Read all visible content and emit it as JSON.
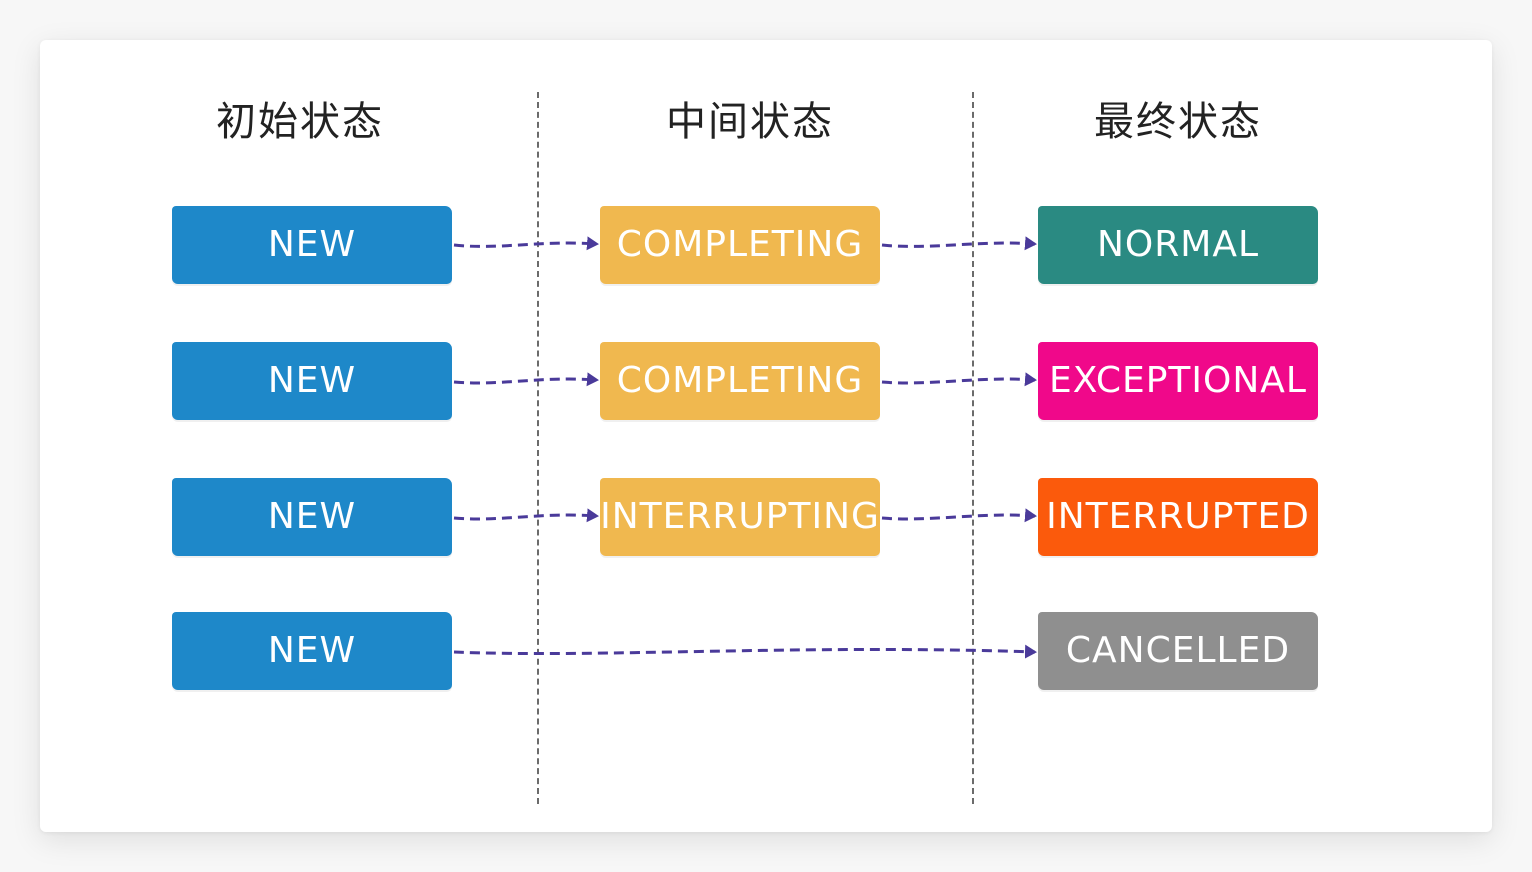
{
  "headers": {
    "initial": "初始状态",
    "intermediate": "中间状态",
    "final": "最终状态"
  },
  "rows": [
    {
      "initial": "NEW",
      "intermediate": "COMPLETING",
      "final": "NORMAL"
    },
    {
      "initial": "NEW",
      "intermediate": "COMPLETING",
      "final": "EXCEPTIONAL"
    },
    {
      "initial": "NEW",
      "intermediate": "INTERRUPTING",
      "final": "INTERRUPTED"
    },
    {
      "initial": "NEW",
      "intermediate": "",
      "final": "CANCELLED"
    }
  ],
  "colors": {
    "new": "#1e88c9",
    "intermediate": "#f0b84f",
    "normal": "#2a8a82",
    "exceptional": "#f0088a",
    "interrupted": "#fb5a0c",
    "cancelled": "#8f8f8f",
    "arrow": "#4a3a9a",
    "divider": "#6b6b6b"
  }
}
